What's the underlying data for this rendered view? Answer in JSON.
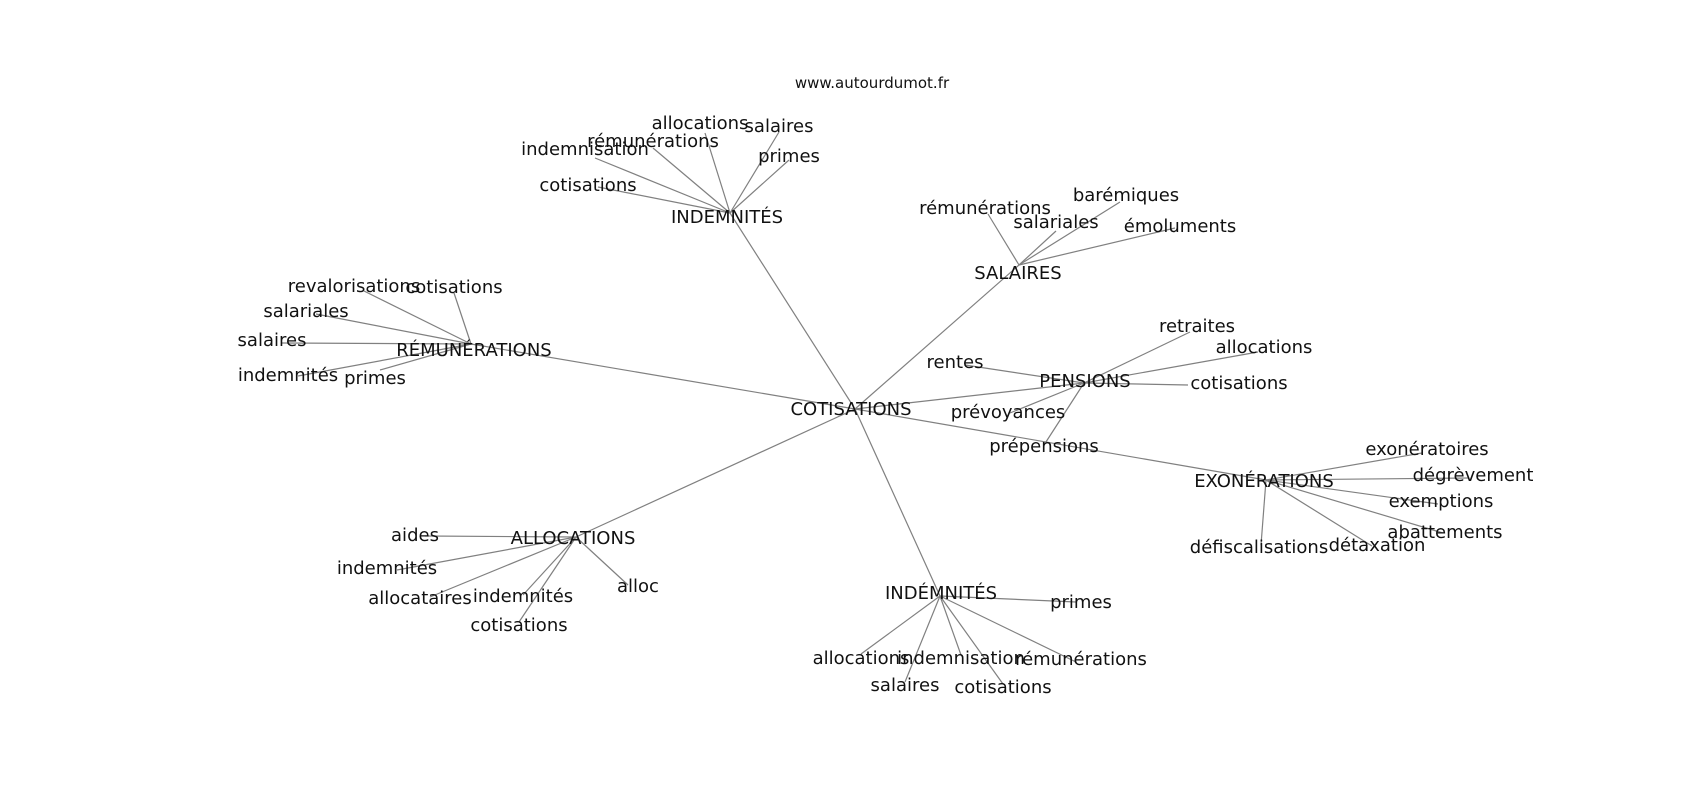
{
  "site": "www.autourdumot.fr",
  "edge_color": "#808080",
  "center": {
    "id": "c",
    "label": "COTISATIONS"
  },
  "clusters": [
    {
      "id": "ind_top",
      "label": "INDEMNITÉS",
      "leaves": [
        "allocations",
        "salaires",
        "rémunérations",
        "indemnisation",
        "primes",
        "cotisations"
      ]
    },
    {
      "id": "sal",
      "label": "SALAIRES",
      "leaves": [
        "barémiques",
        "rémunérations",
        "salariales",
        "émoluments"
      ]
    },
    {
      "id": "rem",
      "label": "RÉMUNÉRATIONS",
      "leaves": [
        "revalorisations",
        "cotisations",
        "salariales",
        "salaires",
        "indemnités",
        "primes"
      ]
    },
    {
      "id": "pen",
      "label": "PENSIONS",
      "leaves": [
        "retraites",
        "allocations",
        "rentes",
        "cotisations",
        "prévoyances",
        "prépensions"
      ]
    },
    {
      "id": "exo",
      "label": "EXONÉRATIONS",
      "leaves": [
        "exonératoires",
        "dégrèvement",
        "exemptions",
        "abattements",
        "défiscalisations",
        "détaxation"
      ]
    },
    {
      "id": "all",
      "label": "ALLOCATIONS",
      "leaves": [
        "aides",
        "indemnités",
        "allocataires",
        "indemnités",
        "cotisations",
        "alloc"
      ]
    },
    {
      "id": "ind_bot",
      "label": "INDÉMNITÉS",
      "leaves": [
        "primes",
        "allocations",
        "indemnisation",
        "rémunérations",
        "salaires",
        "cotisations"
      ]
    }
  ]
}
